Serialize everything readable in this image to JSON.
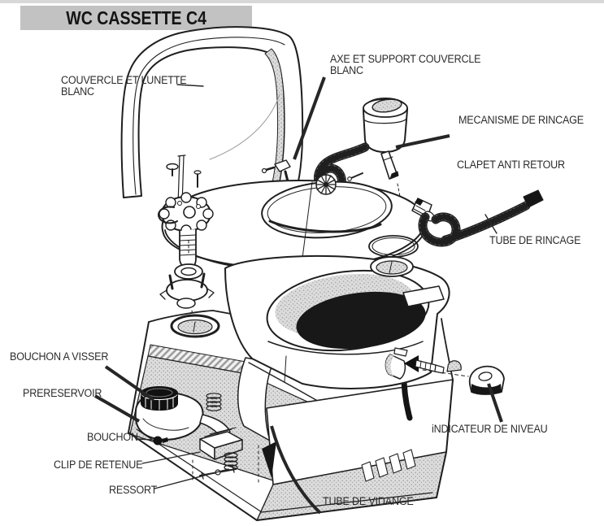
{
  "header": {
    "title": "WC CASSETTE C4"
  },
  "diagram": {
    "labels": [
      {
        "id": "couvercle-et-lunette",
        "lines": [
          "COUVERCLE ET LUNETTE",
          "BLANC"
        ]
      },
      {
        "id": "axe-et-support-couvercle",
        "lines": [
          "AXE ET SUPPORT COUVERCLE",
          "BLANC"
        ]
      },
      {
        "id": "mecanisme-de-rincage",
        "lines": [
          "MECANISME DE RINCAGE"
        ]
      },
      {
        "id": "clapet-anti-retour",
        "lines": [
          "CLAPET ANTI RETOUR"
        ]
      },
      {
        "id": "tube-de-rincage",
        "lines": [
          "TUBE DE RINCAGE"
        ]
      },
      {
        "id": "bouchon-a-visser",
        "lines": [
          "BOUCHON A VISSER"
        ]
      },
      {
        "id": "prereservoir",
        "lines": [
          "PRERESERVOIR"
        ]
      },
      {
        "id": "bouchon",
        "lines": [
          "BOUCHON"
        ]
      },
      {
        "id": "clip-de-retenue",
        "lines": [
          "CLIP DE RETENUE"
        ]
      },
      {
        "id": "ressort",
        "lines": [
          "RESSORT"
        ]
      },
      {
        "id": "indicateur-de-niveau",
        "lines": [
          "iNDICATEUR DE NIVEAU"
        ]
      },
      {
        "id": "tube-de-vidange",
        "lines": [
          "TUBE DE VIDANGE"
        ]
      }
    ]
  },
  "colors": {
    "banner": "#c2c2c2",
    "top_strip": "#d8d8d8",
    "ink": "#1f1f1f",
    "dark_fill": "#161616",
    "paper": "#ffffff"
  }
}
